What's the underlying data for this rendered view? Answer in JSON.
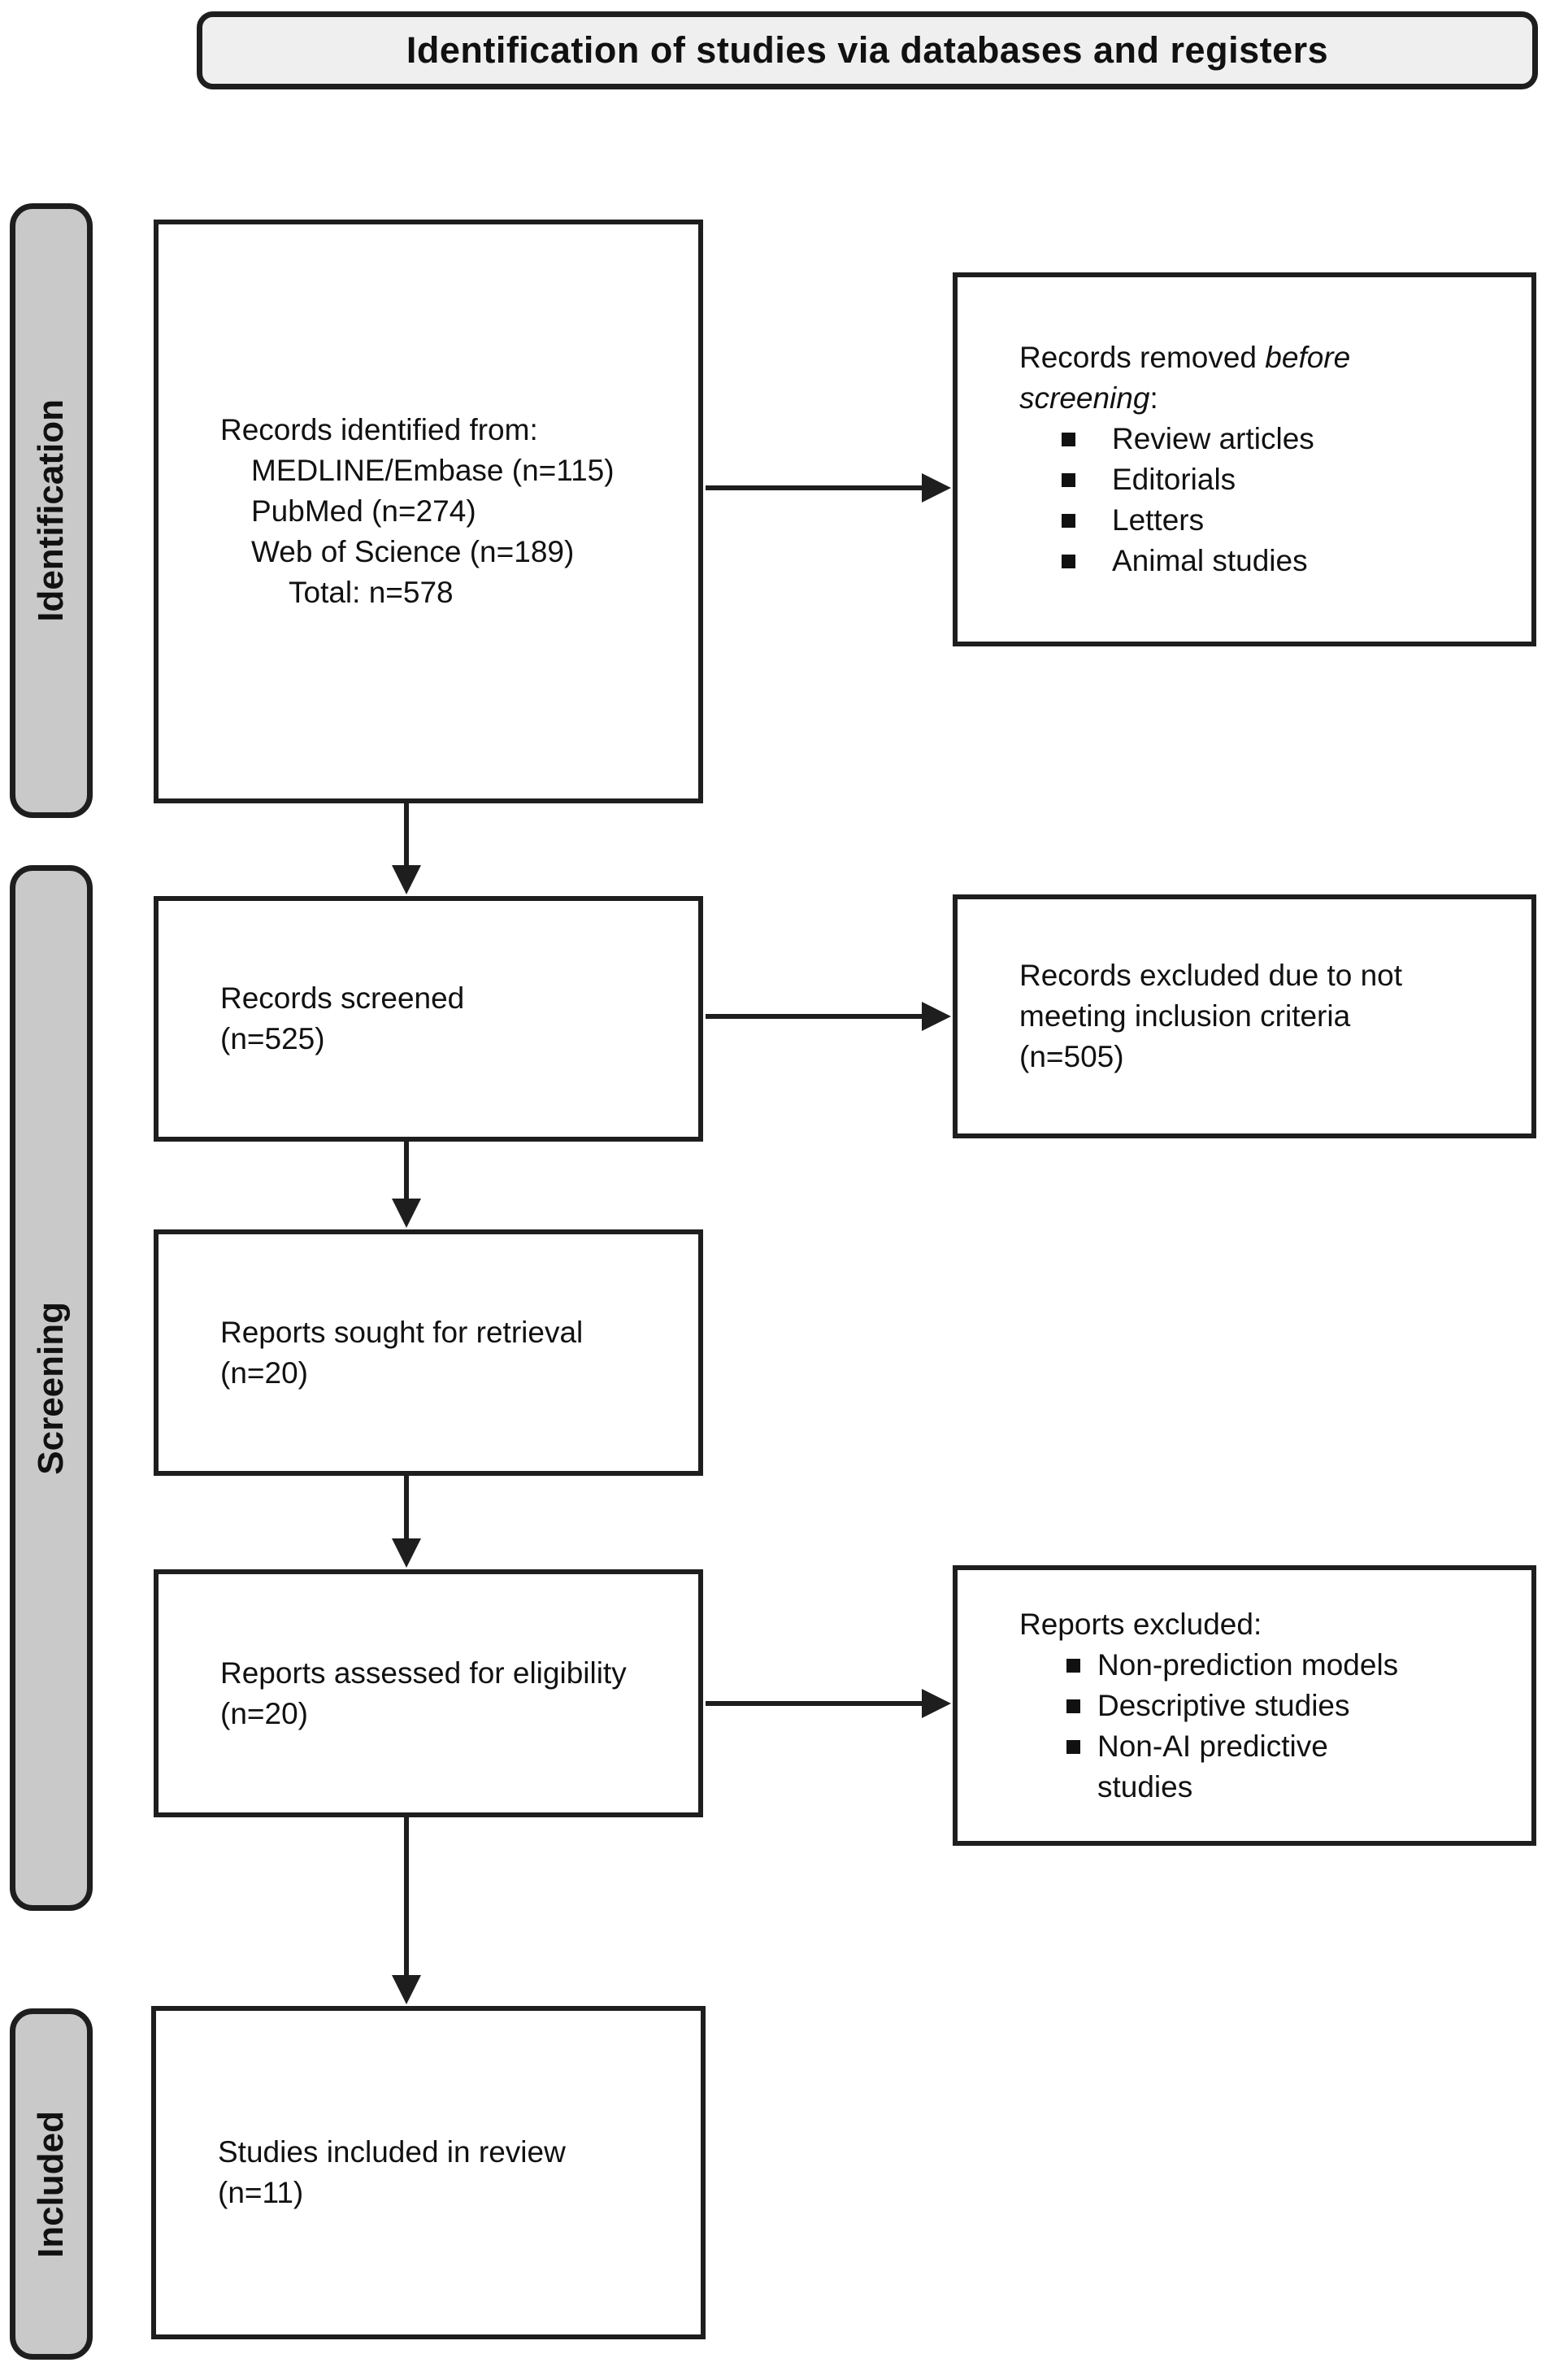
{
  "title": "Identification of studies via databases and registers",
  "stage_labels": {
    "identification": "Identification",
    "screening": "Screening",
    "included": "Included"
  },
  "boxes": {
    "records_identified": {
      "lines": [
        "Records identified from:",
        "MEDLINE/Embase (n=115)",
        "PubMed (n=274)",
        "Web of Science (n=189)",
        "Total: n=578"
      ]
    },
    "records_removed": {
      "heading_prefix": "Records removed ",
      "heading_italic": "before screening",
      "heading_suffix": ":",
      "items": [
        "Review articles",
        "Editorials",
        "Letters",
        "Animal studies"
      ]
    },
    "records_screened": {
      "lines": [
        "Records screened",
        "(n=525)"
      ]
    },
    "records_excluded": {
      "lines": [
        "Records excluded due to not",
        "meeting inclusion criteria",
        "(n=505)"
      ]
    },
    "reports_sought": {
      "lines": [
        "Reports sought for retrieval",
        "(n=20)"
      ]
    },
    "reports_assessed": {
      "lines": [
        "Reports assessed for eligibility",
        "(n=20)"
      ]
    },
    "reports_excluded": {
      "heading": "Reports excluded:",
      "items": [
        "Non-prediction models",
        "Descriptive studies",
        "Non-AI predictive studies"
      ]
    },
    "studies_included": {
      "lines": [
        "Studies included in review",
        "(n=11)"
      ]
    }
  }
}
